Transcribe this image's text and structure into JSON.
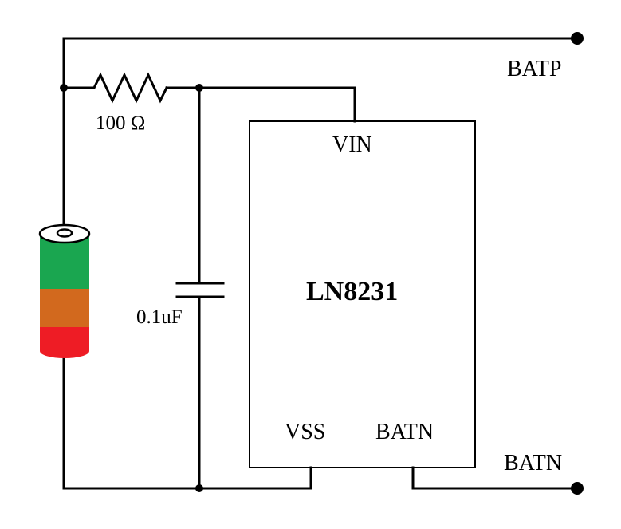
{
  "chip": {
    "name": "LN8231",
    "pins": {
      "vin": "VIN",
      "vss": "VSS",
      "batn": "BATN"
    }
  },
  "terminals": {
    "positive": "BATP",
    "negative": "BATN"
  },
  "resistor": {
    "value": "100 Ω"
  },
  "capacitor": {
    "value": "0.1uF"
  },
  "battery": {
    "segment_colors": [
      "#1aa650",
      "#d2691e",
      "#ee1c25"
    ]
  },
  "colors": {
    "wire": "#000000",
    "background": "#ffffff"
  }
}
